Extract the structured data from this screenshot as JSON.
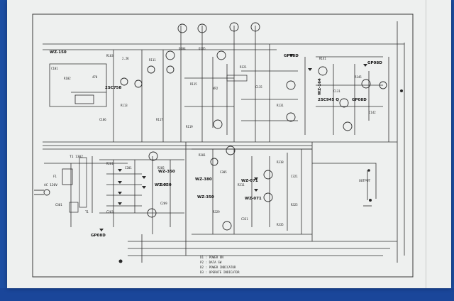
{
  "labels": {
    "wz150": "WZ-150",
    "q2sc758": "2SC758",
    "gp08d_top": "GP08D",
    "gp08d_right": "GP08D",
    "gp08d_mid": "GP08D",
    "gp08d_left": "GP08D",
    "wz164": "WZ-164",
    "sc945": "2SC945 Q",
    "wz350": "WZ-350",
    "wz050": "WZ-050",
    "wz380": "WZ-380",
    "wz071a": "WZ-071",
    "wz071b": "WZ-071",
    "wz350b": "WZ-350",
    "output": "OUTPUT",
    "ac_in": "AC 120V",
    "transformer": "T1 1302"
  },
  "legend": [
    "D1 : POWER ON",
    "P2 : DATA SW",
    "D2 : POWER INDICATOR",
    "D3 : OPERATE INDICATOR"
  ],
  "colors": {
    "background": "#1d4fa3",
    "paper": "#eef0ef",
    "ink": "#2b2b2b"
  }
}
